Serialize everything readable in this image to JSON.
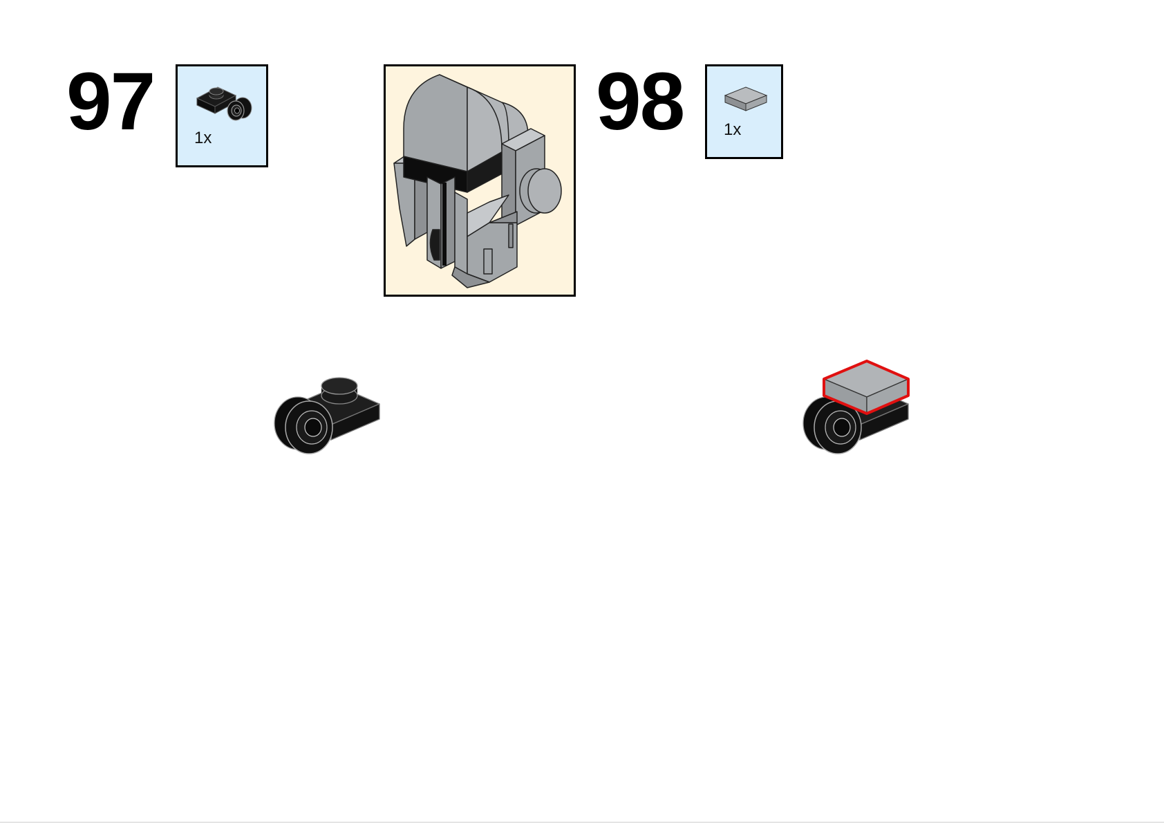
{
  "steps": [
    {
      "number": "97",
      "parts": [
        {
          "qty": "1x",
          "part_icon": "black-plate-with-wheel-icon",
          "color": "#111111"
        }
      ],
      "model_icon": "black-plate-with-wheel-assembly"
    },
    {
      "number": "98",
      "parts": [
        {
          "qty": "1x",
          "part_icon": "gray-tile-icon",
          "color": "#a3a7aa"
        }
      ],
      "model_icon": "plate-with-tile-assembly",
      "highlight_color": "#e01010"
    }
  ],
  "callout": {
    "model_icon": "gray-helmet-subassembly-icon",
    "background": "#fef4de"
  },
  "colors": {
    "parts_box_bg": "#d9eefc",
    "lego_gray": "#a3a7aa",
    "lego_black": "#111111"
  }
}
